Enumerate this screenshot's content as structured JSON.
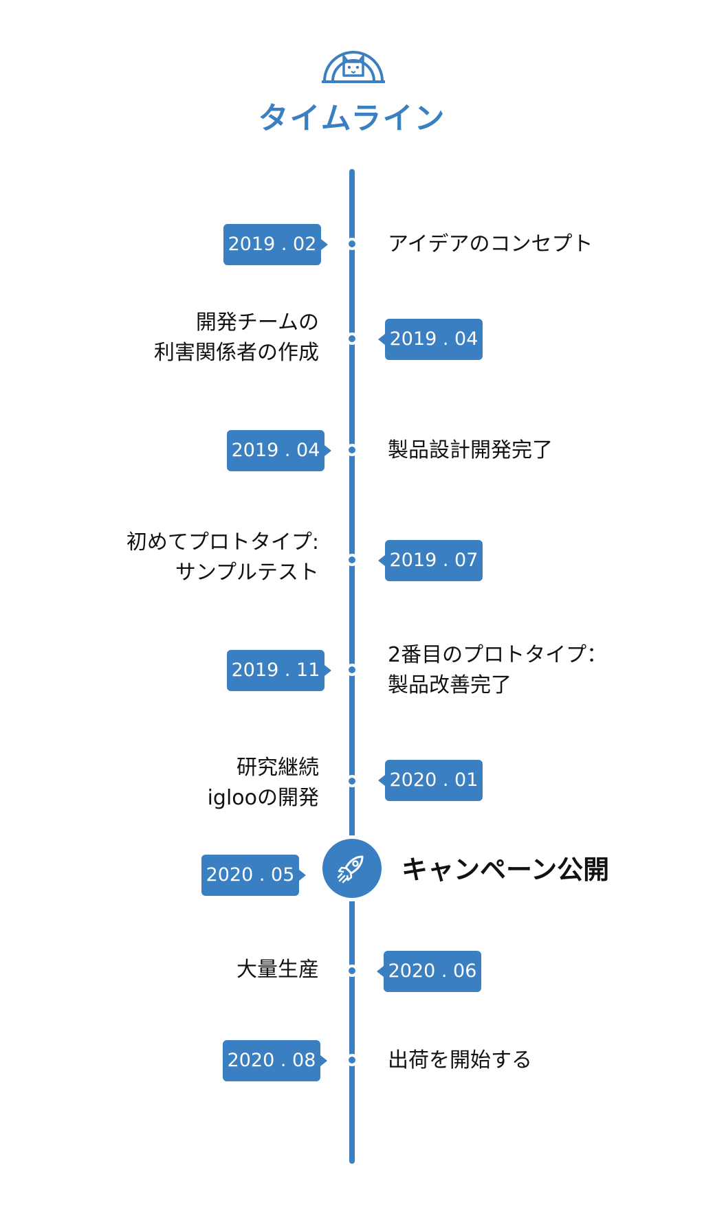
{
  "title": "タイムライン",
  "events": [
    {
      "date": "2019 . 02",
      "text": [
        "アイデアのコンセプト"
      ]
    },
    {
      "date": "2019 . 04",
      "text": [
        "開発チームの",
        "利害関係者の作成"
      ]
    },
    {
      "date": "2019 . 04",
      "text": [
        "製品設計開発完了"
      ]
    },
    {
      "date": "2019 . 07",
      "text": [
        "初めてプロトタイプ:",
        "サンプルテスト"
      ]
    },
    {
      "date": "2019 . 11",
      "text": [
        "2番目のプロトタイプ：",
        "製品改善完了"
      ]
    },
    {
      "date": "2020 . 01",
      "text": [
        "研究継続",
        "iglooの開発"
      ]
    },
    {
      "date": "2020 . 05",
      "text": [
        "キャンペーン公開"
      ]
    },
    {
      "date": "2020 . 06",
      "text": [
        "大量生産"
      ]
    },
    {
      "date": "2020 . 08",
      "text": [
        "出荷を開始する"
      ]
    }
  ],
  "icons": {
    "logo": "cat-igloo-icon",
    "milestone": "rocket-icon"
  },
  "colors": {
    "accent": "#3a7fc1",
    "text": "#111111",
    "background": "#ffffff"
  }
}
